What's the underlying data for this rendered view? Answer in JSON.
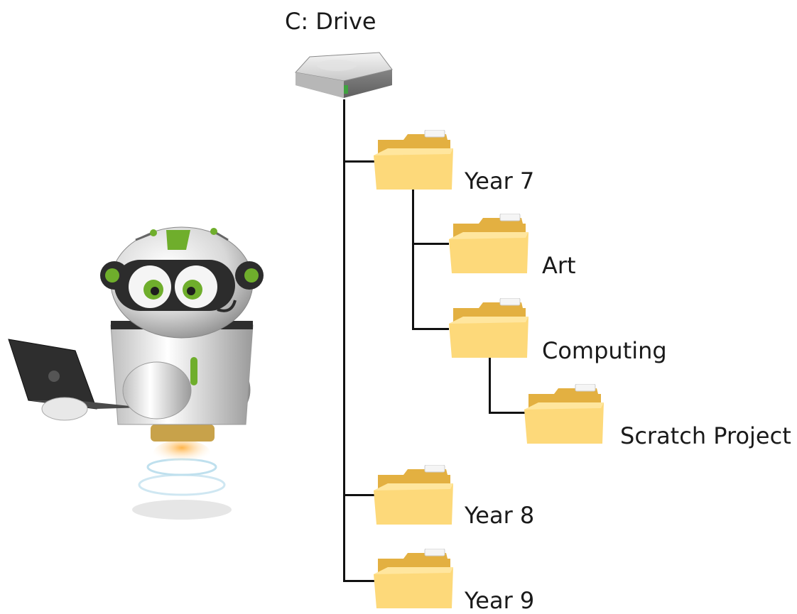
{
  "tree": {
    "root": {
      "label": "C: Drive",
      "icon": "hard-drive-icon"
    },
    "folders": [
      {
        "key": "year7",
        "label": "Year 7",
        "icon": "folder-icon"
      },
      {
        "key": "art",
        "label": "Art",
        "icon": "folder-icon"
      },
      {
        "key": "computing",
        "label": "Computing",
        "icon": "folder-icon"
      },
      {
        "key": "scratch",
        "label": "Scratch Project",
        "icon": "folder-icon"
      },
      {
        "key": "year8",
        "label": "Year 8",
        "icon": "folder-icon"
      },
      {
        "key": "year9",
        "label": "Year 9",
        "icon": "folder-icon"
      }
    ]
  },
  "illustration": {
    "icon": "robot-with-laptop-icon"
  },
  "colors": {
    "folder_back": "#e9b94a",
    "folder_front": "#fbd66e",
    "connector": "#111111",
    "robot_accent": "#6fae2c"
  }
}
